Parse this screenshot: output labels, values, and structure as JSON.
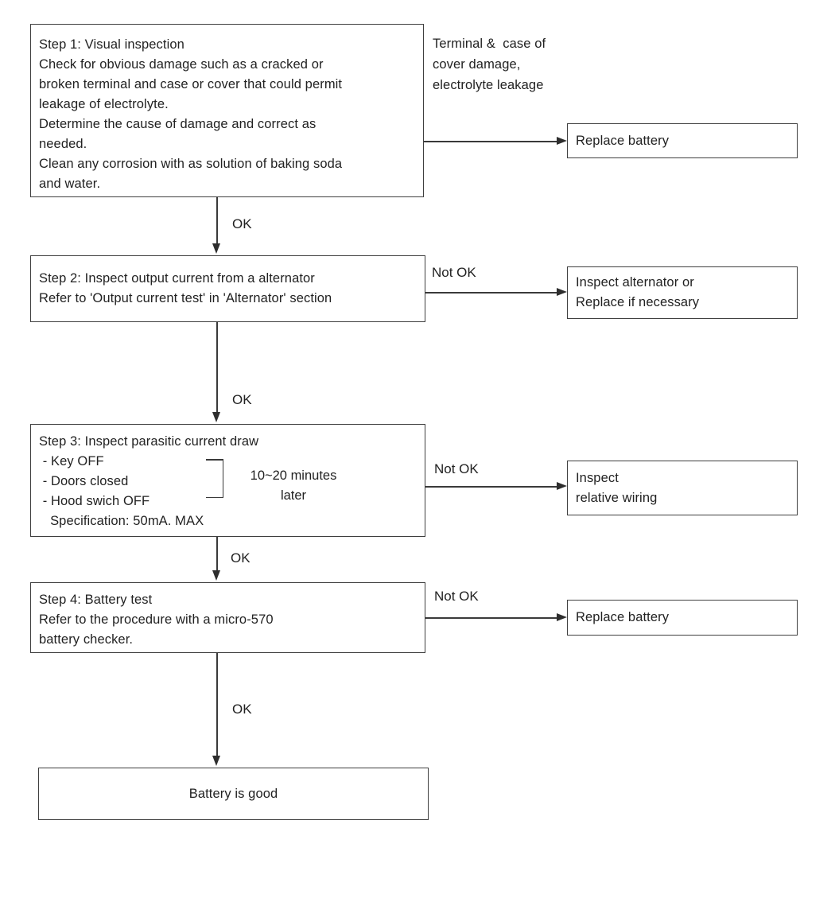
{
  "colors": {
    "background": "#ffffff",
    "line": "#3a3a3a",
    "border": "#3f3f3f",
    "text": "#222222"
  },
  "annotation": {
    "text": "Terminal &  case of\ncover damage,\nelectrolyte leakage"
  },
  "steps": {
    "step1": {
      "text": "Step 1: Visual inspection\nCheck for obvious damage such as a cracked or\nbroken terminal and case or cover that could permit\nleakage of electrolyte.\nDetermine the cause of damage and correct as\nneeded.\nClean any corrosion with as solution of baking soda\nand water."
    },
    "step2": {
      "text": "Step 2: Inspect output current from a alternator\nRefer to 'Output current test' in 'Alternator' section"
    },
    "step3": {
      "text": "Step 3: Inspect parasitic current draw\n - Key OFF\n - Doors closed\n - Hood swich OFF\n   Specification: 50mA. MAX",
      "note": "10~20 minutes\nlater"
    },
    "step4": {
      "text": "Step 4: Battery test\nRefer to the procedure with a micro-570\nbattery checker."
    }
  },
  "outcomes": {
    "replace_battery_top": {
      "text": "Replace battery"
    },
    "inspect_alternator": {
      "text": "Inspect alternator or\nReplace if necessary"
    },
    "inspect_wiring": {
      "text": "Inspect\nrelative wiring"
    },
    "replace_battery_bottom": {
      "text": "Replace battery"
    },
    "battery_good": {
      "text": "Battery is good"
    }
  },
  "edge_labels": {
    "ok1": "OK",
    "ok2": "OK",
    "ok3": "OK",
    "ok4": "OK",
    "not_ok1": "Not OK",
    "not_ok2": "Not OK",
    "not_ok3": "Not OK"
  }
}
